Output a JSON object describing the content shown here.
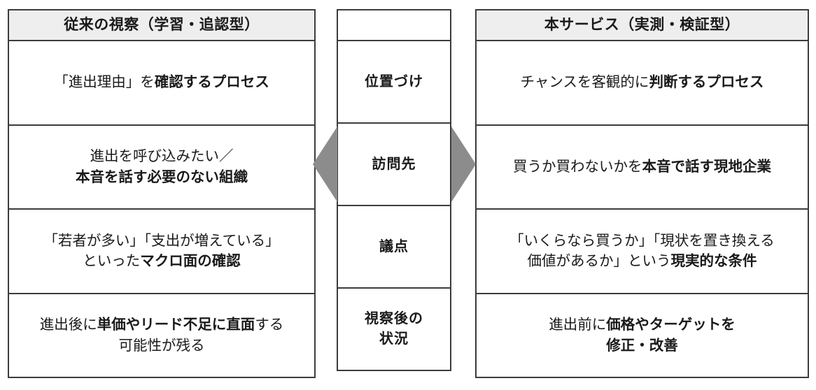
{
  "diagram": {
    "title_left": "従来の視察（学習・追認型）",
    "title_mid": "",
    "title_right": "本サービス（実測・検証型）",
    "arrow_left_name": "left-pointing-arrow",
    "arrow_right_name": "right-pointing-arrow",
    "colors": {
      "header_fill": "#eeeeee",
      "border": "#3c3c3c",
      "arrow": "#8c8c8c",
      "text": "#1a1a1a",
      "background": "#ffffff"
    },
    "rows": [
      {
        "label": "位置づけ",
        "left_plain_1": "「進出理由」を",
        "left_bold_1": "確認するプロセス",
        "right_plain_1": "チャンスを客観的に",
        "right_bold_1": "判断するプロセス"
      },
      {
        "label": "訪問先",
        "left_line1": "進出を呼び込みたい／",
        "left_line2_bold": "本音を話す必要のない組織",
        "right_plain_1": "買うか買わないかを",
        "right_bold_1": "本音で話す現地企業"
      },
      {
        "label": "議点",
        "left_line1": "「若者が多い」「支出が増えている」",
        "left_line2_plain": "といった",
        "left_line2_bold": "マクロ面の確認",
        "right_line1": "「いくらなら買うか」「現状を置き換える",
        "right_line2_plain": "価値があるか」という",
        "right_line2_bold": "現実的な条件"
      },
      {
        "label": "視察後の\n状況",
        "label_line1": "視察後の",
        "label_line2": "状況",
        "left_line1_plain_a": "進出後に",
        "left_line1_bold": "単価やリード不足に直面",
        "left_line1_plain_b": "する",
        "left_line2": "可能性が残る",
        "right_line1_plain": "進出前に",
        "right_line1_bold": "価格やターゲットを",
        "right_line2_bold": "修正・改善"
      }
    ]
  }
}
